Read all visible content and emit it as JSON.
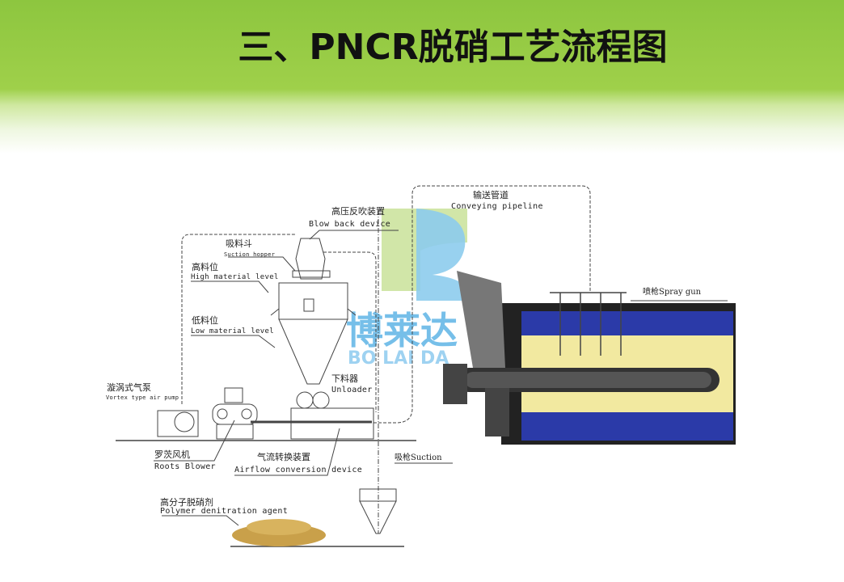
{
  "title": "三、PNCR脱硝工艺流程图",
  "watermark": {
    "cn": "博莱达",
    "en": "BO LAI DA"
  },
  "labels": {
    "blow_back": {
      "cn": "高压反吹装置",
      "en": "Blow back device"
    },
    "conveying": {
      "cn": "输送管道",
      "en": "Conveying pipeline"
    },
    "suction_hopper": {
      "cn": "吸料斗",
      "en": "Suction hopper"
    },
    "high_level": {
      "cn": "高料位",
      "en": "High material level"
    },
    "low_level": {
      "cn": "低料位",
      "en": "Low material level"
    },
    "spray_gun": "喷枪Spray gun",
    "vortex_pump": {
      "cn": "漩涡式气泵",
      "en": "Vortex type air pump"
    },
    "unloader": {
      "cn": "下料器",
      "en": "Unloader"
    },
    "roots_blower": {
      "cn": "罗茨风机",
      "en": "Roots Blower"
    },
    "airflow": {
      "cn": "气流转换装置",
      "en": "Airflow conversion device"
    },
    "suction": "吸枪Suction",
    "polymer": {
      "cn": "高分子脱硝剂",
      "en": "Polymer denitration agent"
    }
  },
  "colors": {
    "header_green": "#8dc63f",
    "furnace_blue": "#2b3aa8",
    "furnace_yellow": "#f2e9a0"
  }
}
